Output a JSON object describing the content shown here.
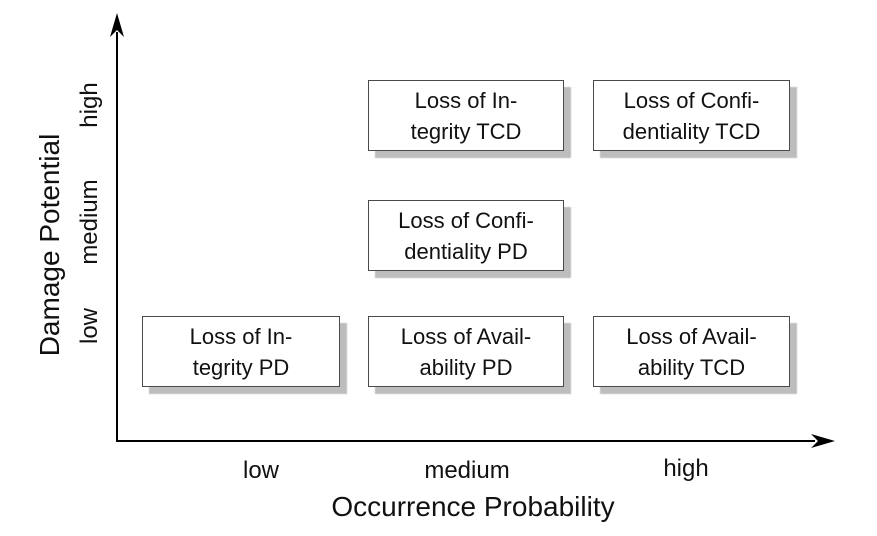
{
  "axes": {
    "x": {
      "title": "Occurrence Probability",
      "ticks": [
        "low",
        "medium",
        "high"
      ]
    },
    "y": {
      "title": "Damage Potential",
      "ticks": [
        "low",
        "medium",
        "high"
      ]
    }
  },
  "boxes": [
    {
      "line1": "Loss of In-",
      "line2": "tegrity TCD",
      "x": "medium",
      "y": "high"
    },
    {
      "line1": "Loss of Confi-",
      "line2": "dentiality TCD",
      "x": "high",
      "y": "high"
    },
    {
      "line1": "Loss of Confi-",
      "line2": "dentiality PD",
      "x": "medium",
      "y": "medium"
    },
    {
      "line1": "Loss of In-",
      "line2": "tegrity PD",
      "x": "low",
      "y": "low"
    },
    {
      "line1": "Loss of Avail-",
      "line2": "ability PD",
      "x": "medium",
      "y": "low"
    },
    {
      "line1": "Loss of Avail-",
      "line2": "ability TCD",
      "x": "high",
      "y": "low"
    }
  ],
  "chart_data": {
    "type": "scatter",
    "title": "",
    "xlabel": "Occurrence Probability",
    "ylabel": "Damage Potential",
    "x_categories": [
      "low",
      "medium",
      "high"
    ],
    "y_categories": [
      "low",
      "medium",
      "high"
    ],
    "grid": false,
    "points": [
      {
        "label": "Loss of Integrity TCD",
        "x": "medium",
        "y": "high"
      },
      {
        "label": "Loss of Confidentiality TCD",
        "x": "high",
        "y": "high"
      },
      {
        "label": "Loss of Confidentiality PD",
        "x": "medium",
        "y": "medium"
      },
      {
        "label": "Loss of Integrity PD",
        "x": "low",
        "y": "low"
      },
      {
        "label": "Loss of Availability PD",
        "x": "medium",
        "y": "low"
      },
      {
        "label": "Loss of Availability TCD",
        "x": "high",
        "y": "low"
      }
    ]
  },
  "colors": {
    "background": "#ffffff",
    "axis": "#000000",
    "box_border": "#4a4a4a",
    "box_fill": "#ffffff",
    "box_shadow": "#bdbdbd",
    "text": "#111111"
  }
}
